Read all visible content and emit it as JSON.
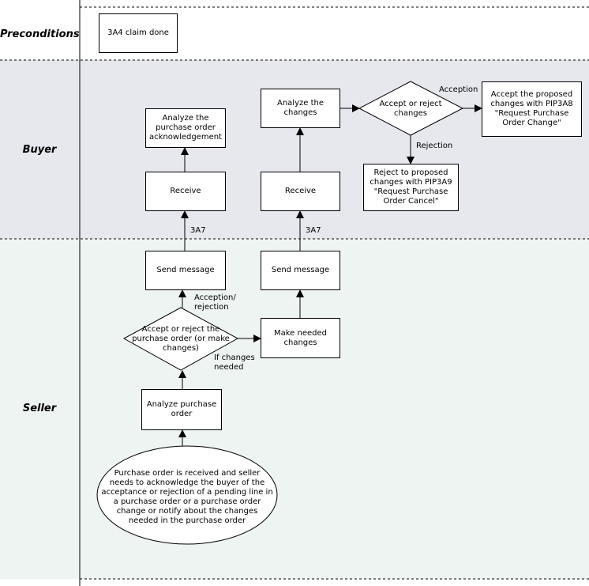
{
  "lanes": {
    "preconditions": "Preconditions",
    "buyer": "Buyer",
    "seller": "Seller"
  },
  "nodes": {
    "claim_done": "3A4 claim done",
    "analyze_ack": "Analyze the purchase order acknowledgement",
    "receive_left": "Receive",
    "analyze_changes": "Analyze the changes",
    "decision_changes": "Accept or reject changes",
    "accept_proposed": "Accept the proposed changes with PIP3A8 \"Request Purchase Order Change\"",
    "reject_proposed": "Reject to proposed changes with PIP3A9 \"Request Purchase Order Cancel\"",
    "receive_right": "Receive",
    "send_left": "Send message",
    "send_right": "Send message",
    "decision_po": "Accept or reject the purchase order (or make changes)",
    "make_changes": "Make needed changes",
    "analyze_po": "Analyze purchase order",
    "start_event": "Purchase order is received and seller needs to acknowledge the buyer of the acceptance or rejection of a pending line in a purchase order or a purchase order change or notify about the changes needed in the purchase order"
  },
  "edge_labels": {
    "acception_top": "Acception",
    "rejection_top": "Rejection",
    "msg_left": "3A7",
    "msg_right": "3A7",
    "acception_rejection": "Acception/ rejection",
    "if_changes": "If changes needed"
  },
  "colors": {
    "buyer_lane": "#e6e8ee",
    "seller_lane": "#eef4f2",
    "border": "#000000"
  }
}
